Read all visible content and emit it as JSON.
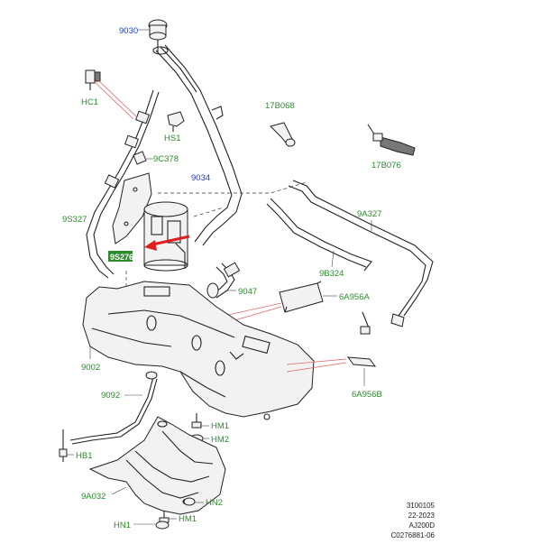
{
  "labels": {
    "l9030": "9030",
    "lHC1": "HC1",
    "lHS1": "HS1",
    "l17B068": "17B068",
    "l17B076": "17B076",
    "l9C378": "9C378",
    "l9034": "9034",
    "l9S327": "9S327",
    "l9A327": "9A327",
    "l9S276": "9S276",
    "l9B324": "9B324",
    "l9047": "9047",
    "l6A956A": "6A956A",
    "l9002": "9002",
    "l6A956B": "6A956B",
    "l9092": "9092",
    "lHM1a": "HM1",
    "lHM2": "HM2",
    "lHB1": "HB1",
    "l9A032": "9A032",
    "lHN2": "HN2",
    "lHN1": "HN1",
    "lHM1b": "HM1"
  },
  "footer": {
    "line1": "3100105",
    "line2": "22-2023",
    "line3": "AJ200D",
    "line4": "C0276881-06"
  },
  "colors": {
    "label_green": "#2e8b2e",
    "label_blue": "#1f3fbf",
    "highlight_red": "#e02020"
  }
}
